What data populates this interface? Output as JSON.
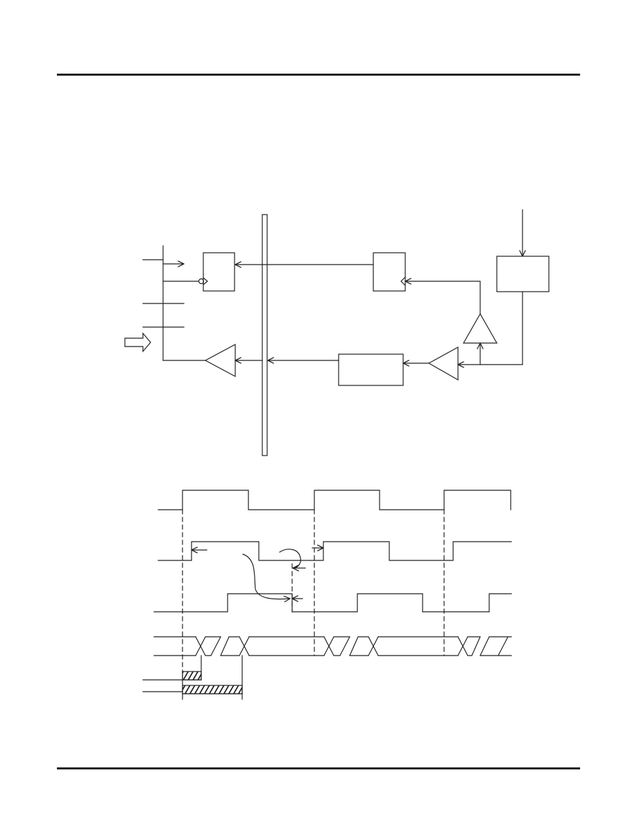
{
  "page": {
    "background": "#ffffff",
    "ink_color": "#231f20"
  },
  "header_rule": {
    "color": "#231f20"
  },
  "footer_rule": {
    "color": "#231f20"
  },
  "block_diagram": {
    "icons": [
      "latch-with-inverted-clock",
      "buffer-triangle",
      "box",
      "bus-bar",
      "hollow-arrow-icon"
    ]
  },
  "timing_diagram": {
    "icons": [
      "clock-waveform",
      "data-transition-cross",
      "hatched-window"
    ]
  }
}
